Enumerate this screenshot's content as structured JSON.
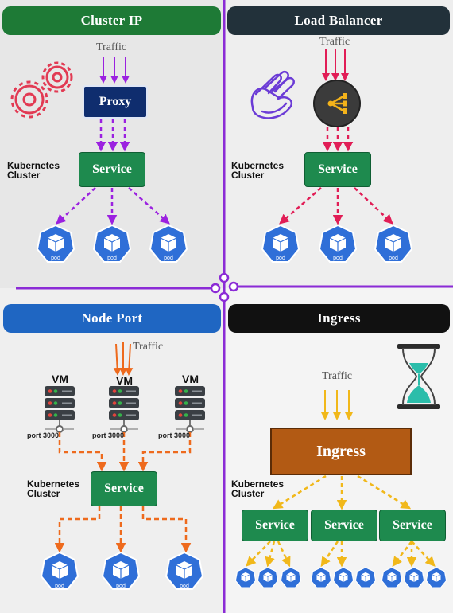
{
  "panels": {
    "cluster_ip": {
      "title": "Cluster IP",
      "traffic": "Traffic",
      "proxy": "Proxy",
      "k8s_line1": "Kubernetes",
      "k8s_line2": "Cluster",
      "service": "Service",
      "pod": "pod"
    },
    "load_balancer": {
      "title": "Load Balancer",
      "traffic": "Traffic",
      "k8s_line1": "Kubernetes",
      "k8s_line2": "Cluster",
      "service": "Service",
      "pod": "pod"
    },
    "node_port": {
      "title": "Node Port",
      "traffic": "Traffic",
      "vm": "VM",
      "port": "port 3000",
      "k8s_line1": "Kubernetes",
      "k8s_line2": "Cluster",
      "service": "Service",
      "pod": "pod"
    },
    "ingress": {
      "title": "Ingress",
      "traffic": "Traffic",
      "ingress": "Ingress",
      "k8s_line1": "Kubernetes",
      "k8s_line2": "Cluster",
      "service": "Service",
      "pod": "pod"
    }
  },
  "colors": {
    "cluster_ip_title": "#1e7a36",
    "load_balancer_title": "#22313a",
    "node_port_title": "#1f66c2",
    "ingress_title": "#111111",
    "divider": "#8b2bd6",
    "service": "#1e8a4e",
    "pod": "#2f6fd8",
    "cluster_ip_arrows": "#9b21e0",
    "load_balancer_arrows": "#e11d56",
    "node_port_arrows": "#ee6a1d",
    "ingress_arrows": "#f1b81a"
  },
  "icons": [
    "gears-icon",
    "hands-icon",
    "load-balancer-icon",
    "server-icon",
    "hourglass-icon",
    "pod-icon"
  ]
}
